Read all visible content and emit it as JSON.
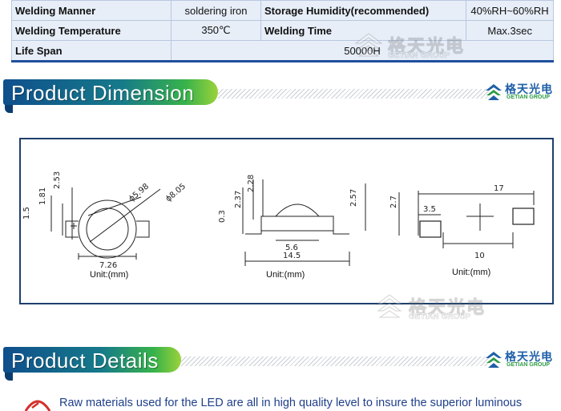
{
  "spec_table": {
    "rows": [
      {
        "label1": "Welding Manner",
        "value1": "soldering iron",
        "label2": "Storage Humidity(recommended)",
        "value2": "40%RH~60%RH"
      },
      {
        "label1": "Welding Temperature",
        "value1": "350℃",
        "label2": "Welding Time",
        "value2": "Max.3sec"
      },
      {
        "label1": "Life Span",
        "value1": "50000H"
      }
    ]
  },
  "sections": {
    "dimension": {
      "title": "Product Dimension"
    },
    "details": {
      "title": "Product Details"
    }
  },
  "brand": {
    "name": "格天光电",
    "sub": "GETIAN GROUP"
  },
  "watermark": {
    "name": "格天光电",
    "sub": "GETIAN GROUP"
  },
  "diagrams": {
    "unit_label": "Unit:(mm)",
    "front": {
      "dims": [
        "1.5",
        "1.81",
        "2.53",
        "ϕ5.98",
        "ϕ8.05",
        "7.26"
      ]
    },
    "side": {
      "dims": [
        "0.3",
        "2.37",
        "2.28",
        "2.57",
        "5.6",
        "14.5"
      ]
    },
    "pad": {
      "dims": [
        "2.7",
        "3.5",
        "17",
        "10"
      ]
    }
  },
  "details_text": "Raw materials used for the LED are all in high quality level to insure the superior luminous",
  "colors": {
    "accent_blue": "#1f4f9c",
    "accent_green": "#38b34a",
    "text_blue": "#1f3f8a"
  },
  "icons": [
    "logo-icon",
    "watermark-logo-icon",
    "bullet-icon"
  ]
}
